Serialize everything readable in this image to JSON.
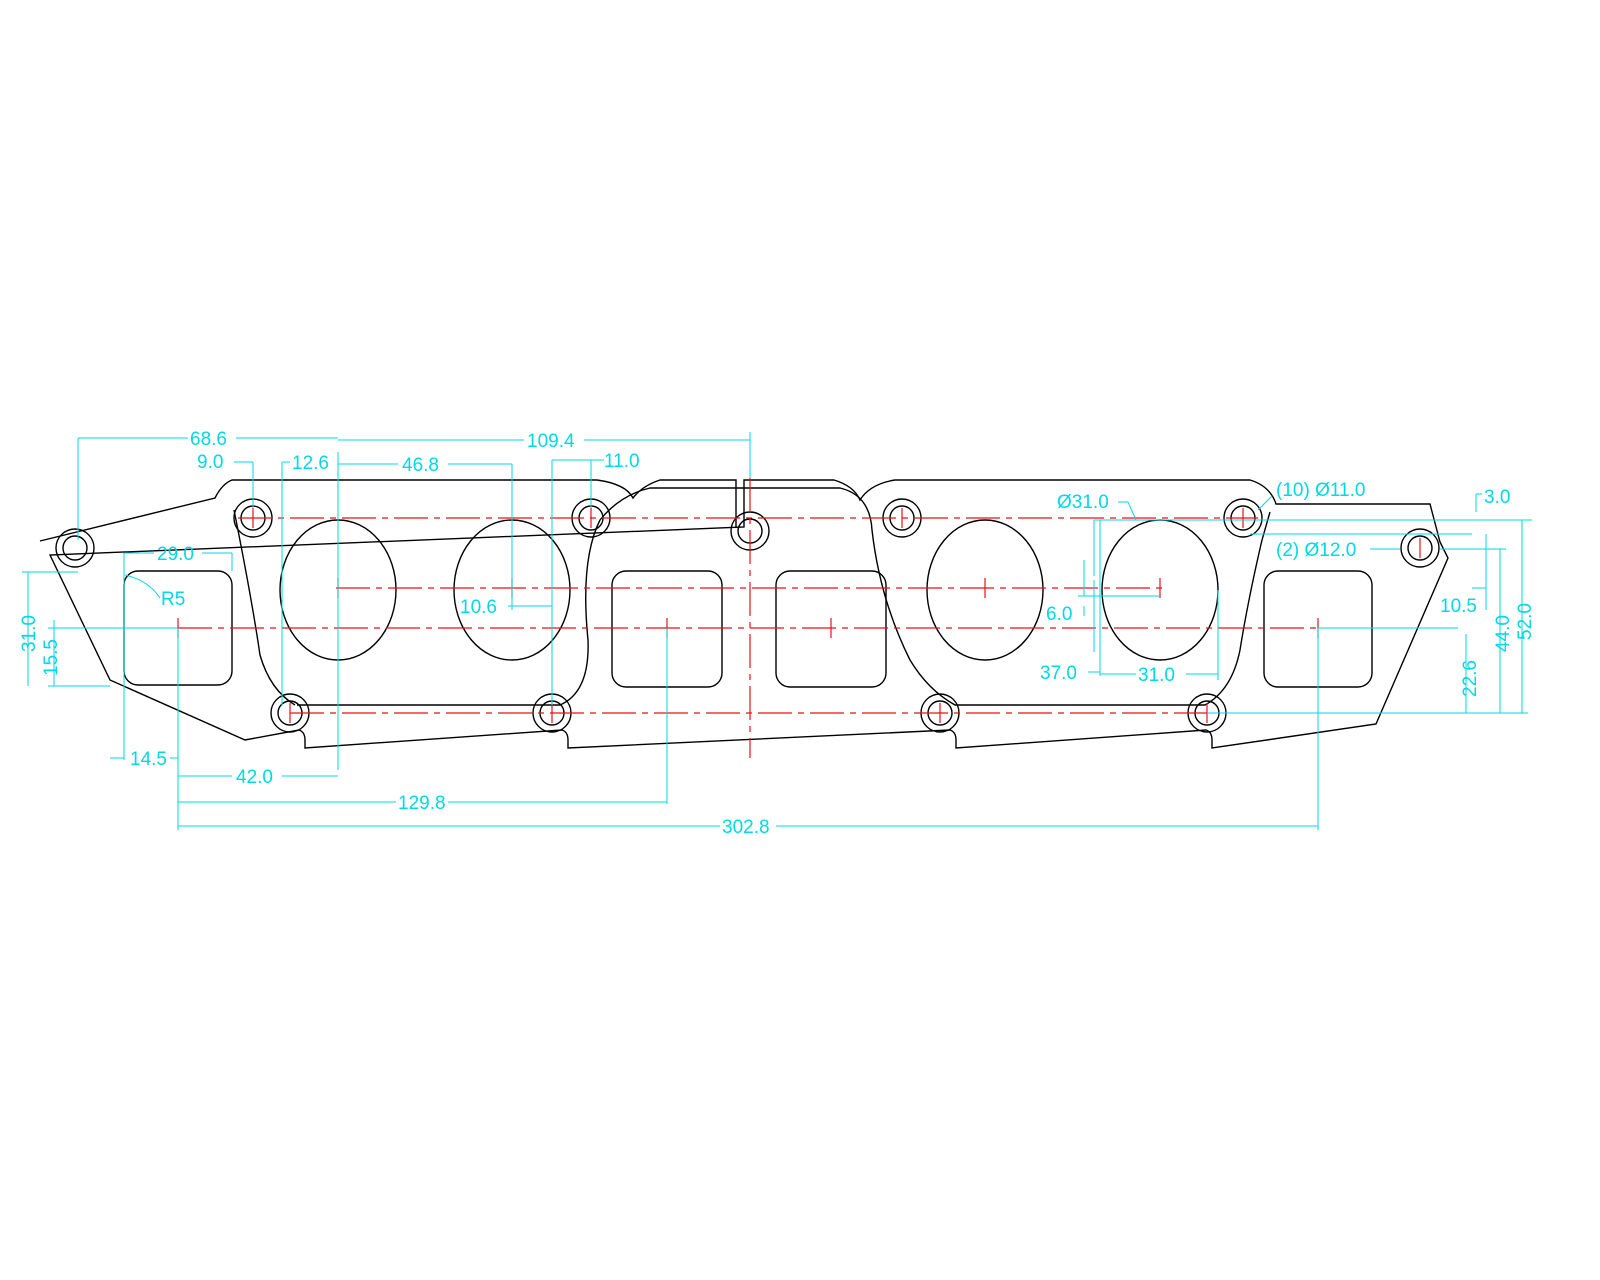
{
  "colors": {
    "outline": "#000000",
    "centerline": "#e8101a",
    "dimension": "#00d8e6",
    "background": "#ffffff"
  },
  "dimensions": {
    "d_68_6": "68.6",
    "d_109_4": "109.4",
    "d_9_0": "9.0",
    "d_12_6": "12.6",
    "d_46_8": "46.8",
    "d_11_0": "11.0",
    "d_29_0": "29.0",
    "d_r5": "R5",
    "d_31_0_left": "31.0",
    "d_15_5": "15.5",
    "d_10_6": "10.6",
    "d_14_5": "14.5",
    "d_42_0": "42.0",
    "d_129_8": "129.8",
    "d_302_8": "302.8",
    "d_dia31": "Ø31.0",
    "d_holes10": "(10) Ø11.0",
    "d_holes2": "(2) Ø12.0",
    "d_3_0": "3.0",
    "d_6_0": "6.0",
    "d_37_0": "37.0",
    "d_31_0_bottom": "31.0",
    "d_10_5": "10.5",
    "d_22_6": "22.6",
    "d_44_0": "44.0",
    "d_52_0": "52.0"
  }
}
